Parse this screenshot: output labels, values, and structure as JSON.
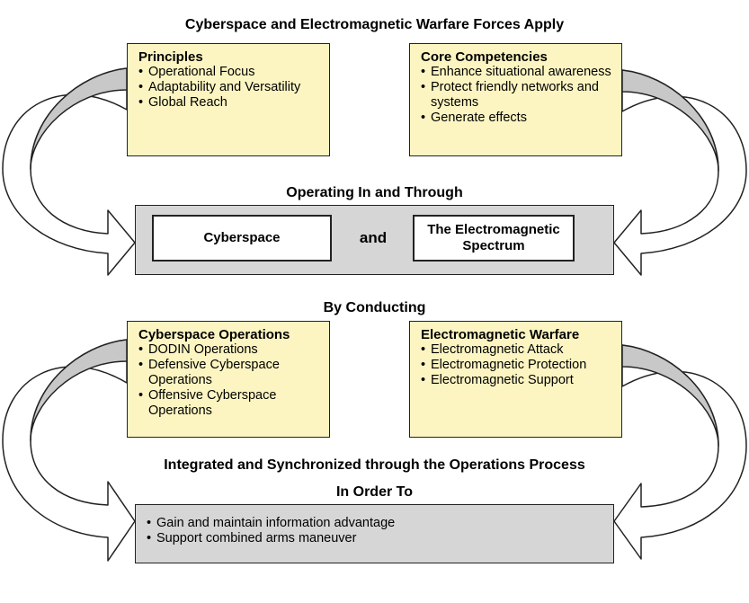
{
  "headings": {
    "apply": "Cyberspace and Electromagnetic Warfare Forces Apply",
    "operating": "Operating In and Through",
    "conducting": "By Conducting",
    "integrated": "Integrated and Synchronized through the Operations Process",
    "order": "In Order To"
  },
  "principles": {
    "title": "Principles",
    "items": [
      "Operational Focus",
      "Adaptability and Versatility",
      "Global Reach"
    ]
  },
  "competencies": {
    "title": "Core Competencies",
    "items": [
      "Enhance situational awareness",
      "Protect friendly networks and systems",
      "Generate effects"
    ]
  },
  "domains": {
    "cyberspace": "Cyberspace",
    "connector": "and",
    "em_spectrum": "The Electromagnetic Spectrum"
  },
  "cyber_ops": {
    "title": "Cyberspace Operations",
    "items": [
      "DODIN Operations",
      "Defensive Cyberspace Operations",
      "Offensive Cyberspace Operations"
    ]
  },
  "ew": {
    "title": "Electromagnetic Warfare",
    "items": [
      "Electromagnetic Attack",
      "Electromagnetic Protection",
      "Electromagnetic Support"
    ]
  },
  "outcomes": {
    "items": [
      "Gain and maintain information advantage",
      "Support combined arms maneuver"
    ]
  },
  "colors": {
    "box_yellow": "#fcf5c2",
    "box_grey": "#d6d6d6",
    "arrow_fill": "#c8c8c8",
    "outline": "#222222"
  }
}
